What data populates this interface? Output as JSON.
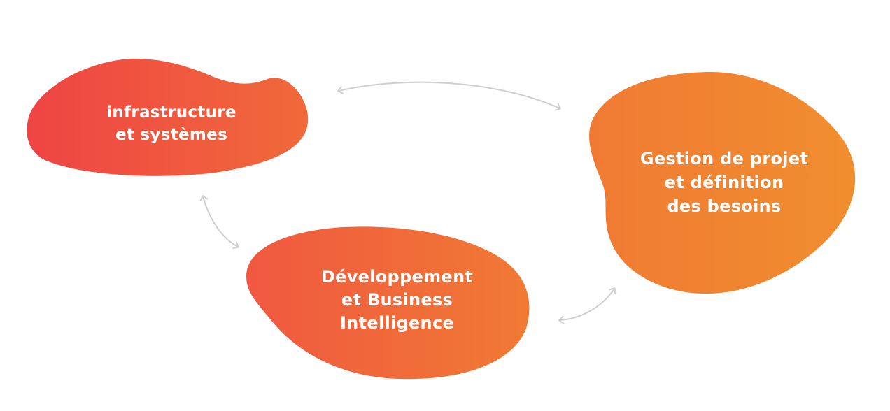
{
  "colors": {
    "gradient_start": "#ef4444",
    "gradient_end": "#f0862f",
    "arrow": "#cfcfcf",
    "text": "#ffffff"
  },
  "nodes": {
    "infra": {
      "line1": "infrastructure",
      "line2": "et systèmes"
    },
    "dev": {
      "line1": "Développement",
      "line2": "et Business",
      "line3": "Intelligence"
    },
    "gestion": {
      "line1": "Gestion de projet",
      "line2": "et définition",
      "line3": "des besoins"
    }
  }
}
